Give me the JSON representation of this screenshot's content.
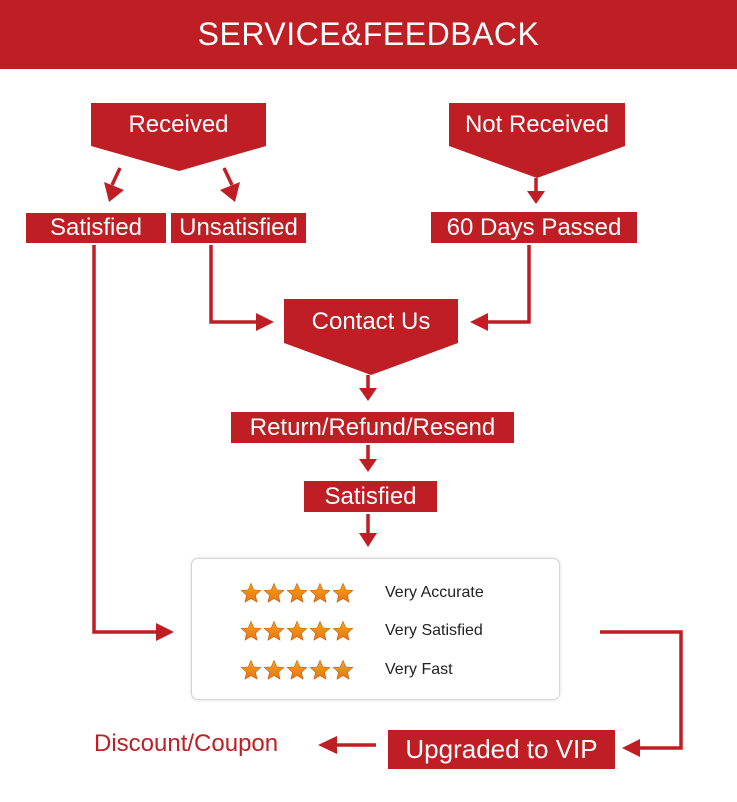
{
  "header": {
    "title": "SERVICE&FEEDBACK"
  },
  "nodes": {
    "received": "Received",
    "not_received": "Not Received",
    "satisfied_left": "Satisfied",
    "unsatisfied": "Unsatisfied",
    "days_passed": "60 Days Passed",
    "contact_us": "Contact Us",
    "return_refund": "Return/Refund/Resend",
    "satisfied_center": "Satisfied",
    "upgraded_vip": "Upgraded to VIP",
    "discount_coupon": "Discount/Coupon"
  },
  "ratings": [
    {
      "label": "Very Accurate",
      "stars": 5
    },
    {
      "label": "Very Satisfied",
      "stars": 5
    },
    {
      "label": "Very Fast",
      "stars": 5
    }
  ],
  "colors": {
    "brand_red": "#bf1e24",
    "star_gold": "#f7a21b",
    "star_orange": "#e8740f"
  },
  "icons": {
    "rating_star": "star-icon"
  }
}
